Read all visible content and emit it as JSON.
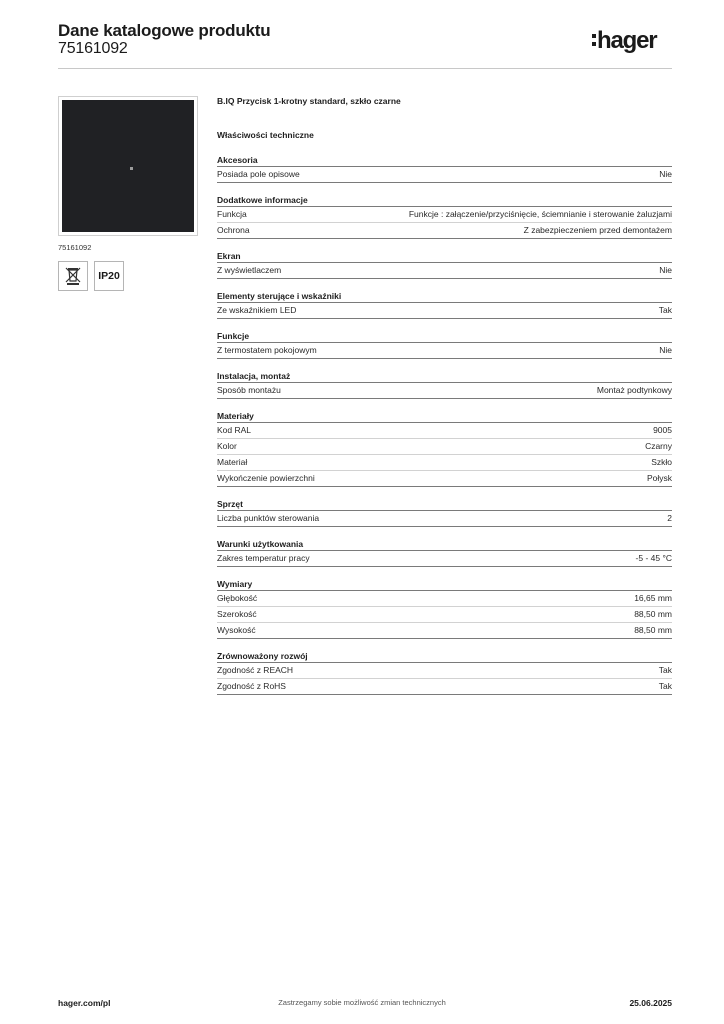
{
  "header": {
    "title": "Dane katalogowe produktu",
    "code": "75161092",
    "logo_text": "hager"
  },
  "sidebar": {
    "image_caption": "75161092",
    "ip_rating": "IP20",
    "weee_icon": "weee-crossed-bin-icon"
  },
  "product": {
    "name": "B.IQ Przycisk 1-krotny standard, szkło czarne"
  },
  "properties_title": "Właściwości techniczne",
  "sections": [
    {
      "title": "Akcesoria",
      "rows": [
        {
          "label": "Posiada pole opisowe",
          "value": "Nie"
        }
      ]
    },
    {
      "title": "Dodatkowe informacje",
      "rows": [
        {
          "label": "Funkcja",
          "value": "Funkcje : załączenie/przyciśnięcie, ściemnianie i sterowanie żaluzjami"
        },
        {
          "label": "Ochrona",
          "value": "Z zabezpieczeniem przed demontażem"
        }
      ]
    },
    {
      "title": "Ekran",
      "rows": [
        {
          "label": "Z wyświetlaczem",
          "value": "Nie"
        }
      ]
    },
    {
      "title": "Elementy sterujące i wskaźniki",
      "rows": [
        {
          "label": "Ze wskaźnikiem LED",
          "value": "Tak"
        }
      ]
    },
    {
      "title": "Funkcje",
      "rows": [
        {
          "label": "Z termostatem pokojowym",
          "value": "Nie"
        }
      ]
    },
    {
      "title": "Instalacja, montaż",
      "rows": [
        {
          "label": "Sposób montażu",
          "value": "Montaż podtynkowy"
        }
      ]
    },
    {
      "title": "Materiały",
      "rows": [
        {
          "label": "Kod RAL",
          "value": "9005"
        },
        {
          "label": "Kolor",
          "value": "Czarny"
        },
        {
          "label": "Materiał",
          "value": "Szkło"
        },
        {
          "label": "Wykończenie powierzchni",
          "value": "Połysk"
        }
      ]
    },
    {
      "title": "Sprzęt",
      "rows": [
        {
          "label": "Liczba punktów sterowania",
          "value": "2"
        }
      ]
    },
    {
      "title": "Warunki użytkowania",
      "rows": [
        {
          "label": "Zakres temperatur pracy",
          "value": "-5 - 45 °C"
        }
      ]
    },
    {
      "title": "Wymiary",
      "rows": [
        {
          "label": "Głębokość",
          "value": "16,65 mm"
        },
        {
          "label": "Szerokość",
          "value": "88,50 mm"
        },
        {
          "label": "Wysokość",
          "value": "88,50 mm"
        }
      ]
    },
    {
      "title": "Zrównoważony rozwój",
      "rows": [
        {
          "label": "Zgodność z REACH",
          "value": "Tak"
        },
        {
          "label": "Zgodność z RoHS",
          "value": "Tak"
        }
      ]
    }
  ],
  "footer": {
    "website": "hager.com/pl",
    "notice": "Zastrzegamy sobie możliwość zmian technicznych",
    "date": "25.06.2025"
  }
}
